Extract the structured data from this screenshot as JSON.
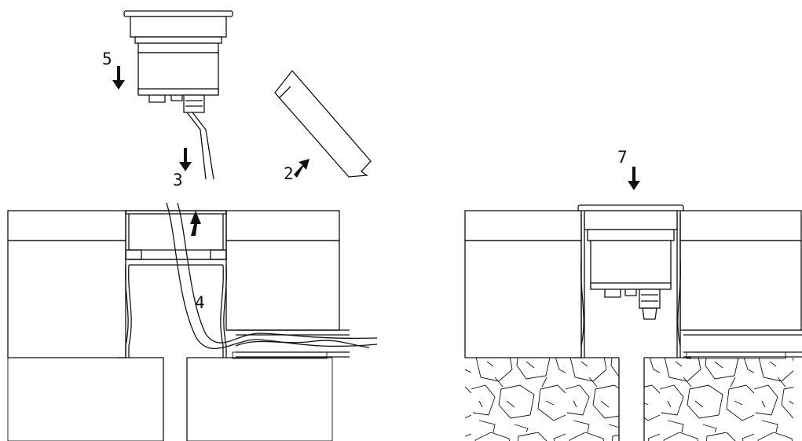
{
  "diagram": {
    "steps": {
      "two": "2",
      "three": "3",
      "four": "4",
      "five": "5",
      "seven": "7"
    }
  },
  "colors": {
    "line": "#111111",
    "background": "#ffffff"
  }
}
